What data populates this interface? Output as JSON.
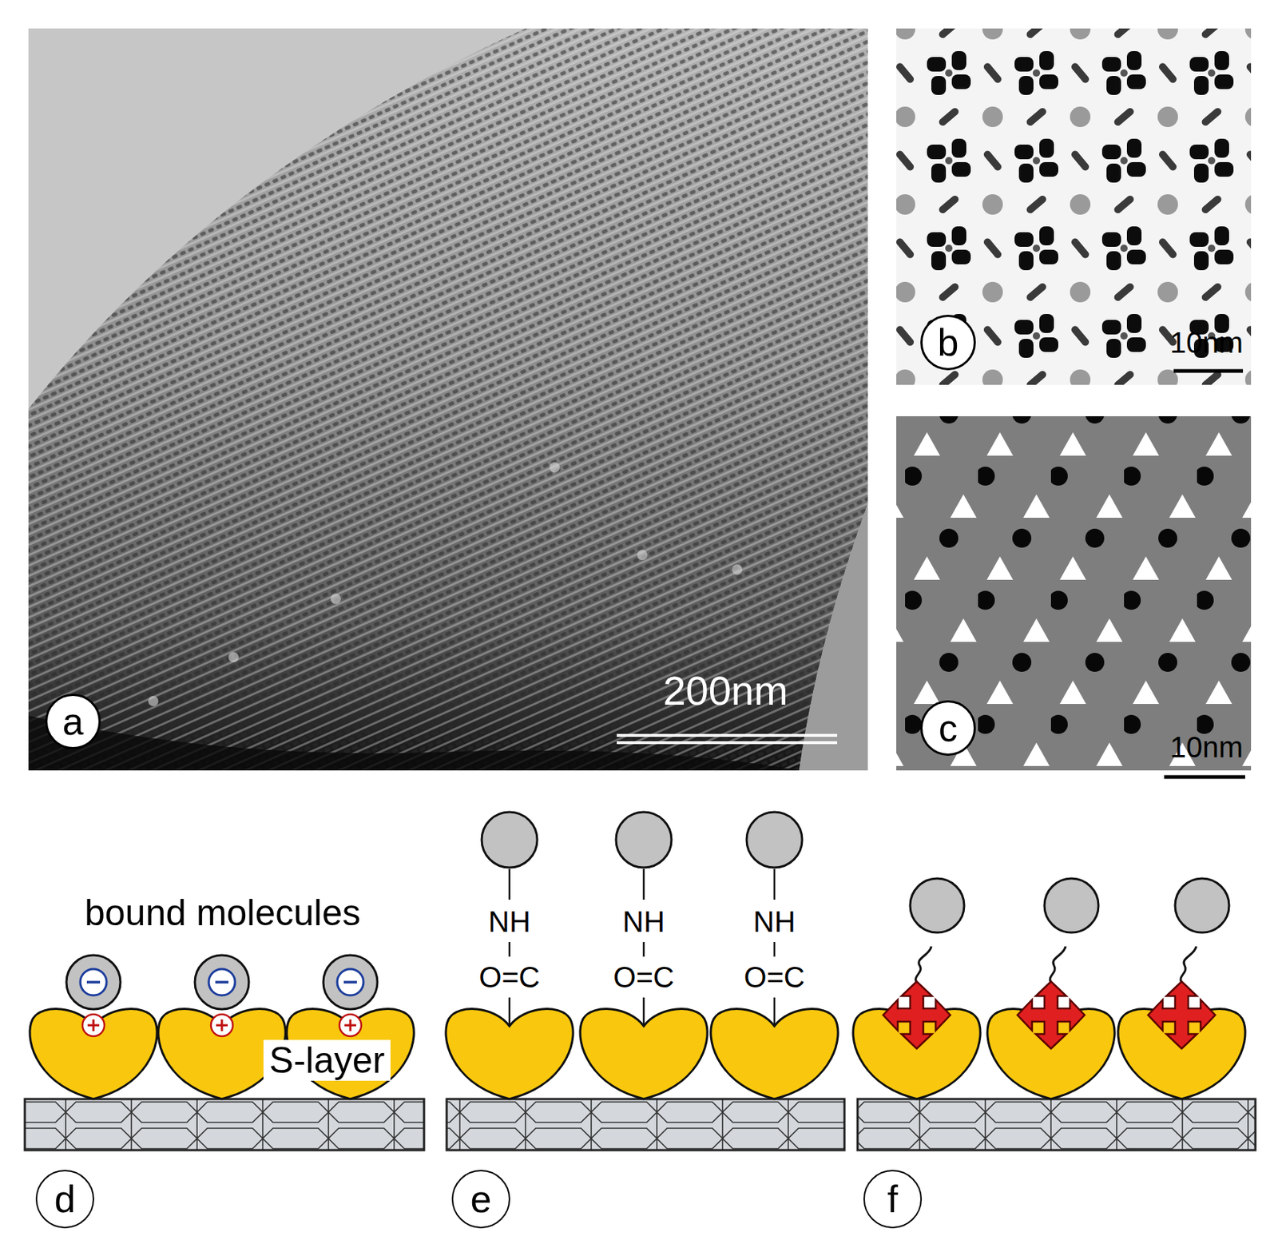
{
  "diagram": {
    "nodes": [
      {
        "text": [
          "a"
        ]
      },
      {
        "text": [
          "b"
        ]
      },
      {
        "text": [
          "c"
        ]
      },
      {
        "text": [
          "d"
        ]
      },
      {
        "text": [
          "e"
        ]
      },
      {
        "text": [
          "f"
        ]
      }
    ],
    "labels": [
      "200nm",
      "10nm",
      "10nm",
      "bound molecules",
      "S-layer",
      "NH",
      "O=C",
      "NH",
      "O=C",
      "NH",
      "O=C"
    ]
  }
}
